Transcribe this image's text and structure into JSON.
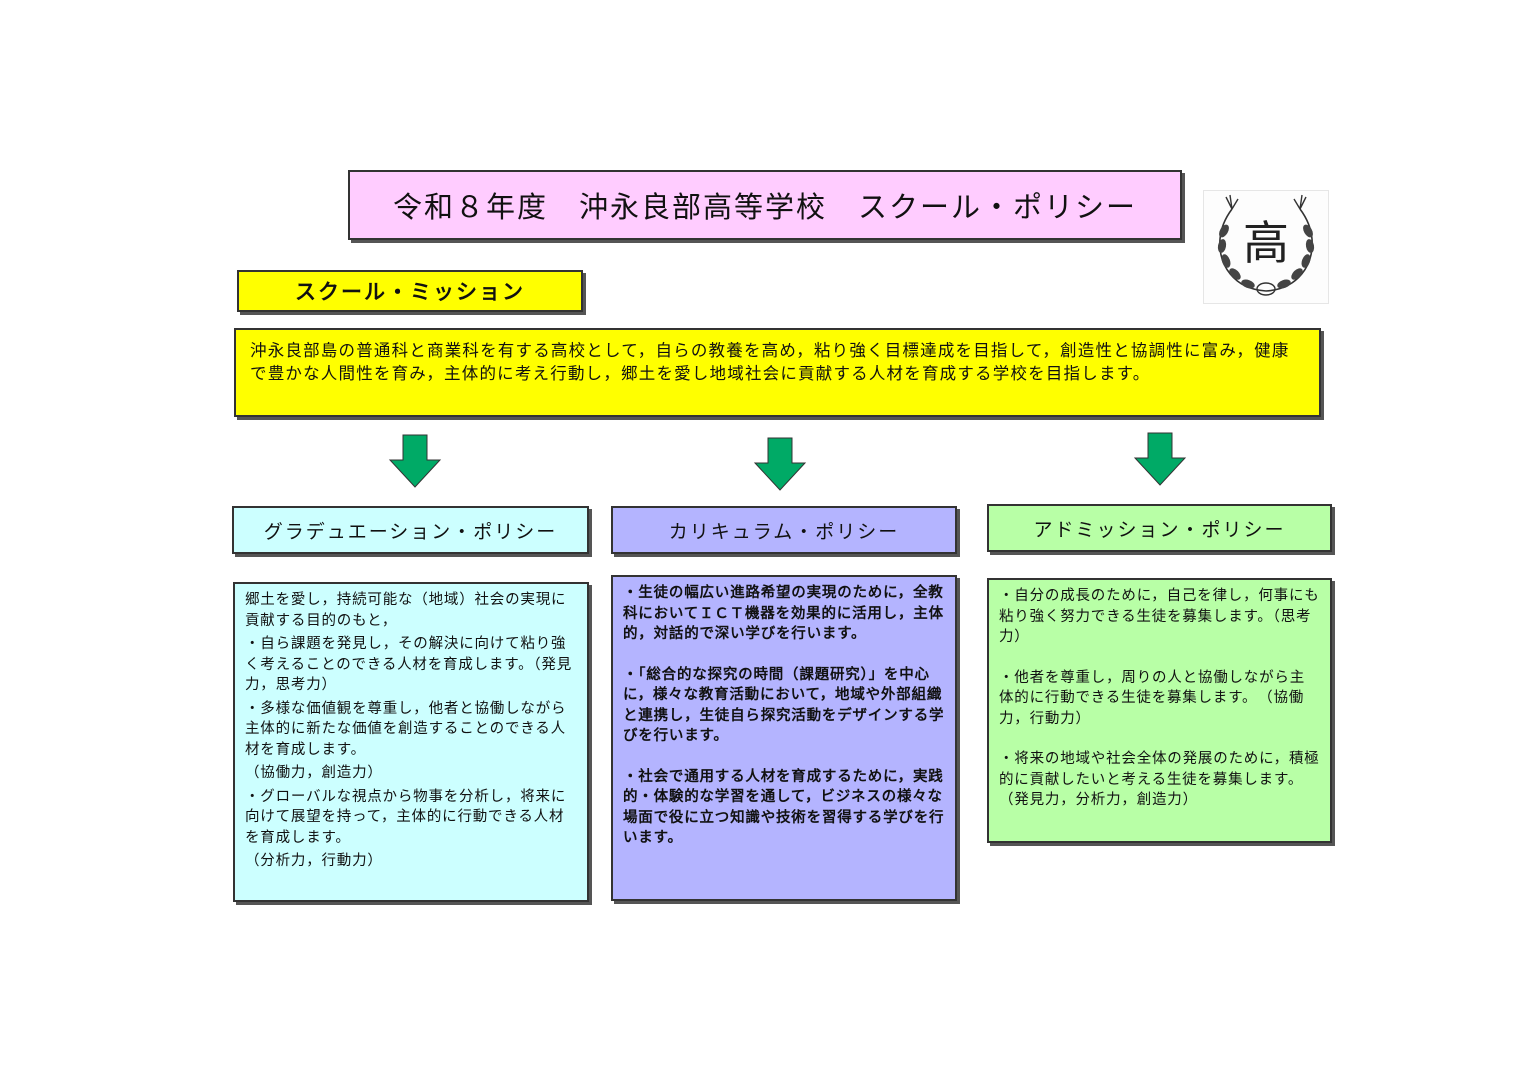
{
  "title": "令和８年度　沖永良部高等学校　スクール・ポリシー",
  "emblem": {
    "char": "高",
    "icon": "school-emblem-icon"
  },
  "mission": {
    "label": "スクール・ミッション",
    "text": "沖永良部島の普通科と商業科を有する高校として，自らの教養を高め，粘り強く目標達成を目指して，創造性と協調性に富み，健康で豊かな人間性を育み，主体的に考え行動し，郷土を愛し地域社会に貢献する人材を育成する学校を目指します。"
  },
  "arrow_color": "#00aa66",
  "policies": {
    "graduation": {
      "heading": "グラデュエーション・ポリシー",
      "color": "#ccffff",
      "paragraphs": [
        "郷土を愛し，持続可能な（地域）社会の実現に貢献する目的のもと，",
        "・自ら課題を発見し，その解決に向けて粘り強く考えることのできる人材を育成します。（発見力，思考力）",
        "・多様な価値観を尊重し，他者と協働しながら主体的に新たな価値を創造することのできる人材を育成します。",
        "（協働力，創造力）",
        "・グローバルな視点から物事を分析し，将来に向けて展望を持って，主体的に行動できる人材を育成します。",
        "（分析力，行動力）"
      ]
    },
    "curriculum": {
      "heading": "カリキュラム・ポリシー",
      "color": "#b4b4ff",
      "paragraphs": [
        "・生徒の幅広い進路希望の実現のために，全教科においてＩＣＴ機器を効果的に活用し，主体的，対話的で深い学びを行います。",
        "・「総合的な探究の時間（課題研究）」を中心に，様々な教育活動において，地域や外部組織と連携し，生徒自ら探究活動をデザインする学びを行います。",
        "・社会で通用する人材を育成するために，実践的・体験的な学習を通して，ビジネスの様々な場面で役に立つ知識や技術を習得する学びを行います。"
      ]
    },
    "admission": {
      "heading": "アドミッション・ポリシー",
      "color": "#b8ffa6",
      "paragraphs": [
        "・自分の成長のために，自己を律し，何事にも粘り強く努力できる生徒を募集します。（思考力）",
        "・他者を尊重し，周りの人と協働しながら主体的に行動できる生徒を募集します。　（協働力，行動力）",
        "・将来の地域や社会全体の発展のために，積極的に貢献したいと考える生徒を募集します。（発見力，分析力，創造力）"
      ]
    }
  }
}
